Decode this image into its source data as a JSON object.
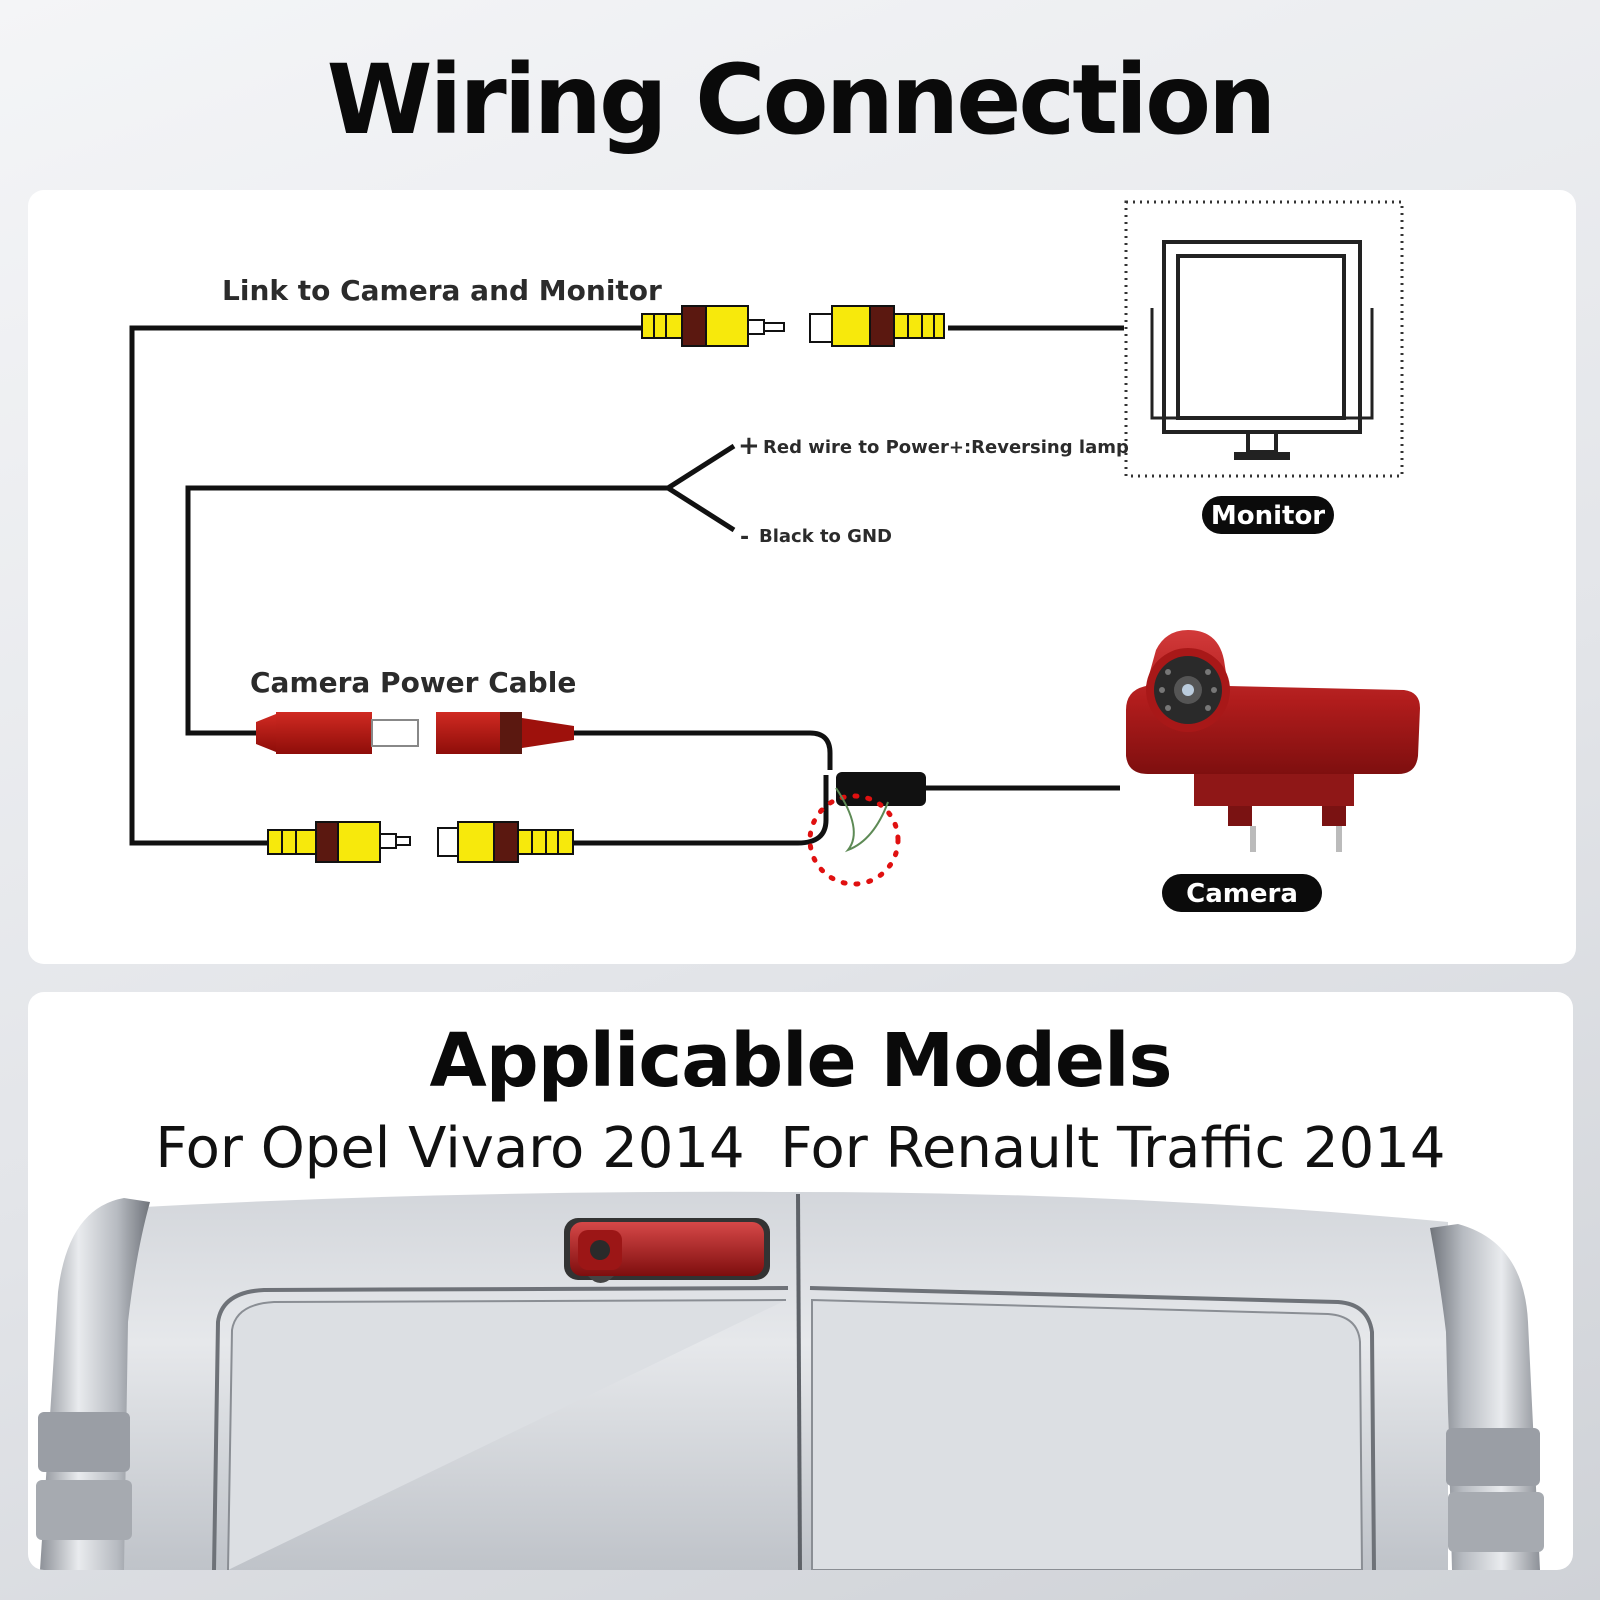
{
  "title": "Wiring Connection",
  "wiring": {
    "link_label": "Link to Camera and Monitor",
    "red_wire_label": "Red wire to Power+:Reversing lamp",
    "black_wire_label": "Black to GND",
    "plus_sign": "+",
    "minus_sign": "-",
    "power_cable_label": "Camera Power Cable",
    "monitor_badge": "Monitor",
    "camera_badge": "Camera"
  },
  "models": {
    "title": "Applicable Models",
    "model_1": "For Opel Vivaro 2014",
    "model_2": "For Renault Traffic 2014"
  },
  "colors": {
    "rca_yellow": "#f7e90c",
    "rca_dark": "#5b1810",
    "power_red": "#b3140f",
    "wire": "#111111",
    "camera_red": "#b51f1f"
  },
  "icons": [
    "monitor-icon",
    "camera-icon",
    "rca-connector-icon",
    "power-connector-icon"
  ]
}
